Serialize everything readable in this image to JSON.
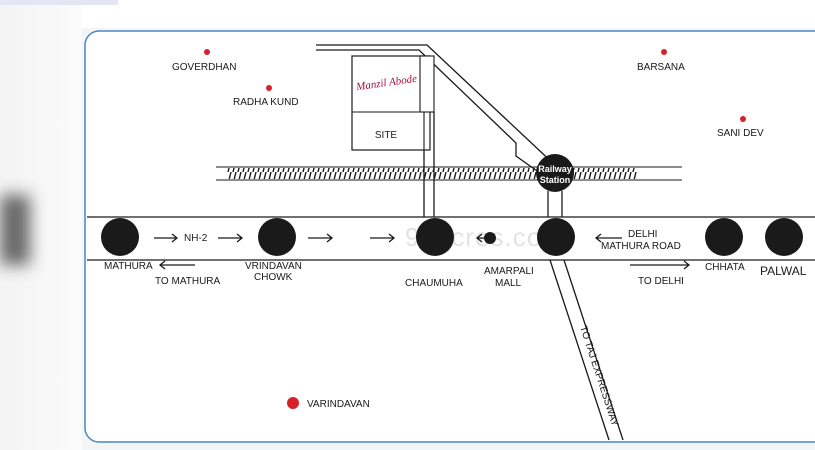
{
  "map": {
    "places": {
      "goverdhan": "GOVERDHAN",
      "radha_kund": "RADHA KUND",
      "barsana": "BARSANA",
      "sani_dev": "SANI DEV",
      "varindavan": "VARINDAVAN"
    },
    "site": {
      "logo_text": "Manzil Abode",
      "label": "SITE"
    },
    "railway_station": {
      "line1": "Railway",
      "line2": "Station"
    },
    "road_labels": {
      "nh2": "NH-2",
      "delhi": "DELHI",
      "mathura_road": "MATHURA ROAD",
      "to_mathura": "TO MATHURA",
      "to_delhi": "TO DELHI",
      "taj_expressway": "TO TAJ EXPRESSWAY"
    },
    "junctions": {
      "mathura": "MATHURA",
      "vrindavan_1": "VRINDAVAN",
      "vrindavan_2": "CHOWK",
      "chaumuha": "CHAUMUHA",
      "amarpali_1": "AMARPALI",
      "amarpali_2": "MALL",
      "chhata": "CHHATA",
      "palwal": "PALWAL"
    },
    "watermark": "99acres.com",
    "colors": {
      "ink": "#1a1a1a",
      "landmark_red": "#d6202a",
      "frame_blue": "#4a86c5",
      "brand_crimson": "#a3123c"
    }
  }
}
